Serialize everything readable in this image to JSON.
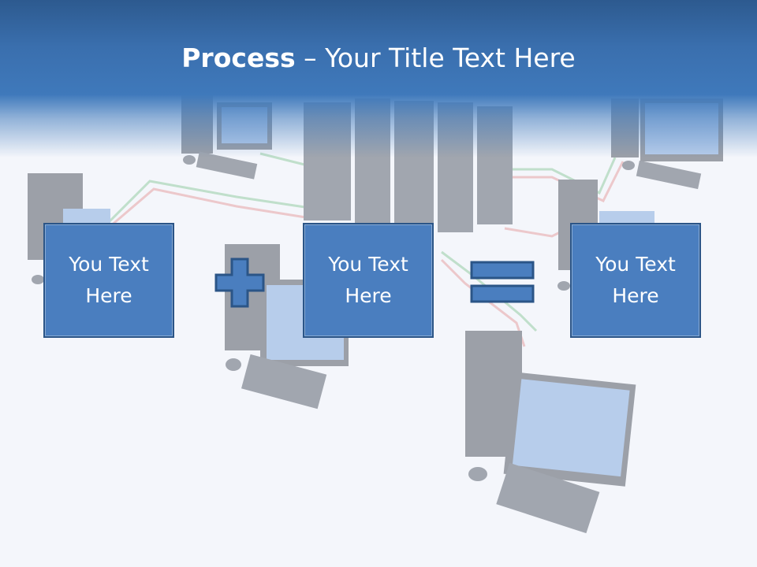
{
  "slide": {
    "title_bold": "Process",
    "title_rest": " – Your Title Text Here"
  },
  "boxes": [
    {
      "label": "You Text Here"
    },
    {
      "label": "You Text Here"
    },
    {
      "label": "You Text Here"
    }
  ],
  "operators": {
    "plus_icon": "plus-icon",
    "equals_icon": "equals-icon"
  },
  "colors": {
    "header": "#3f79bb",
    "box_fill": "#4a7ebf",
    "box_border": "#2b5587"
  }
}
